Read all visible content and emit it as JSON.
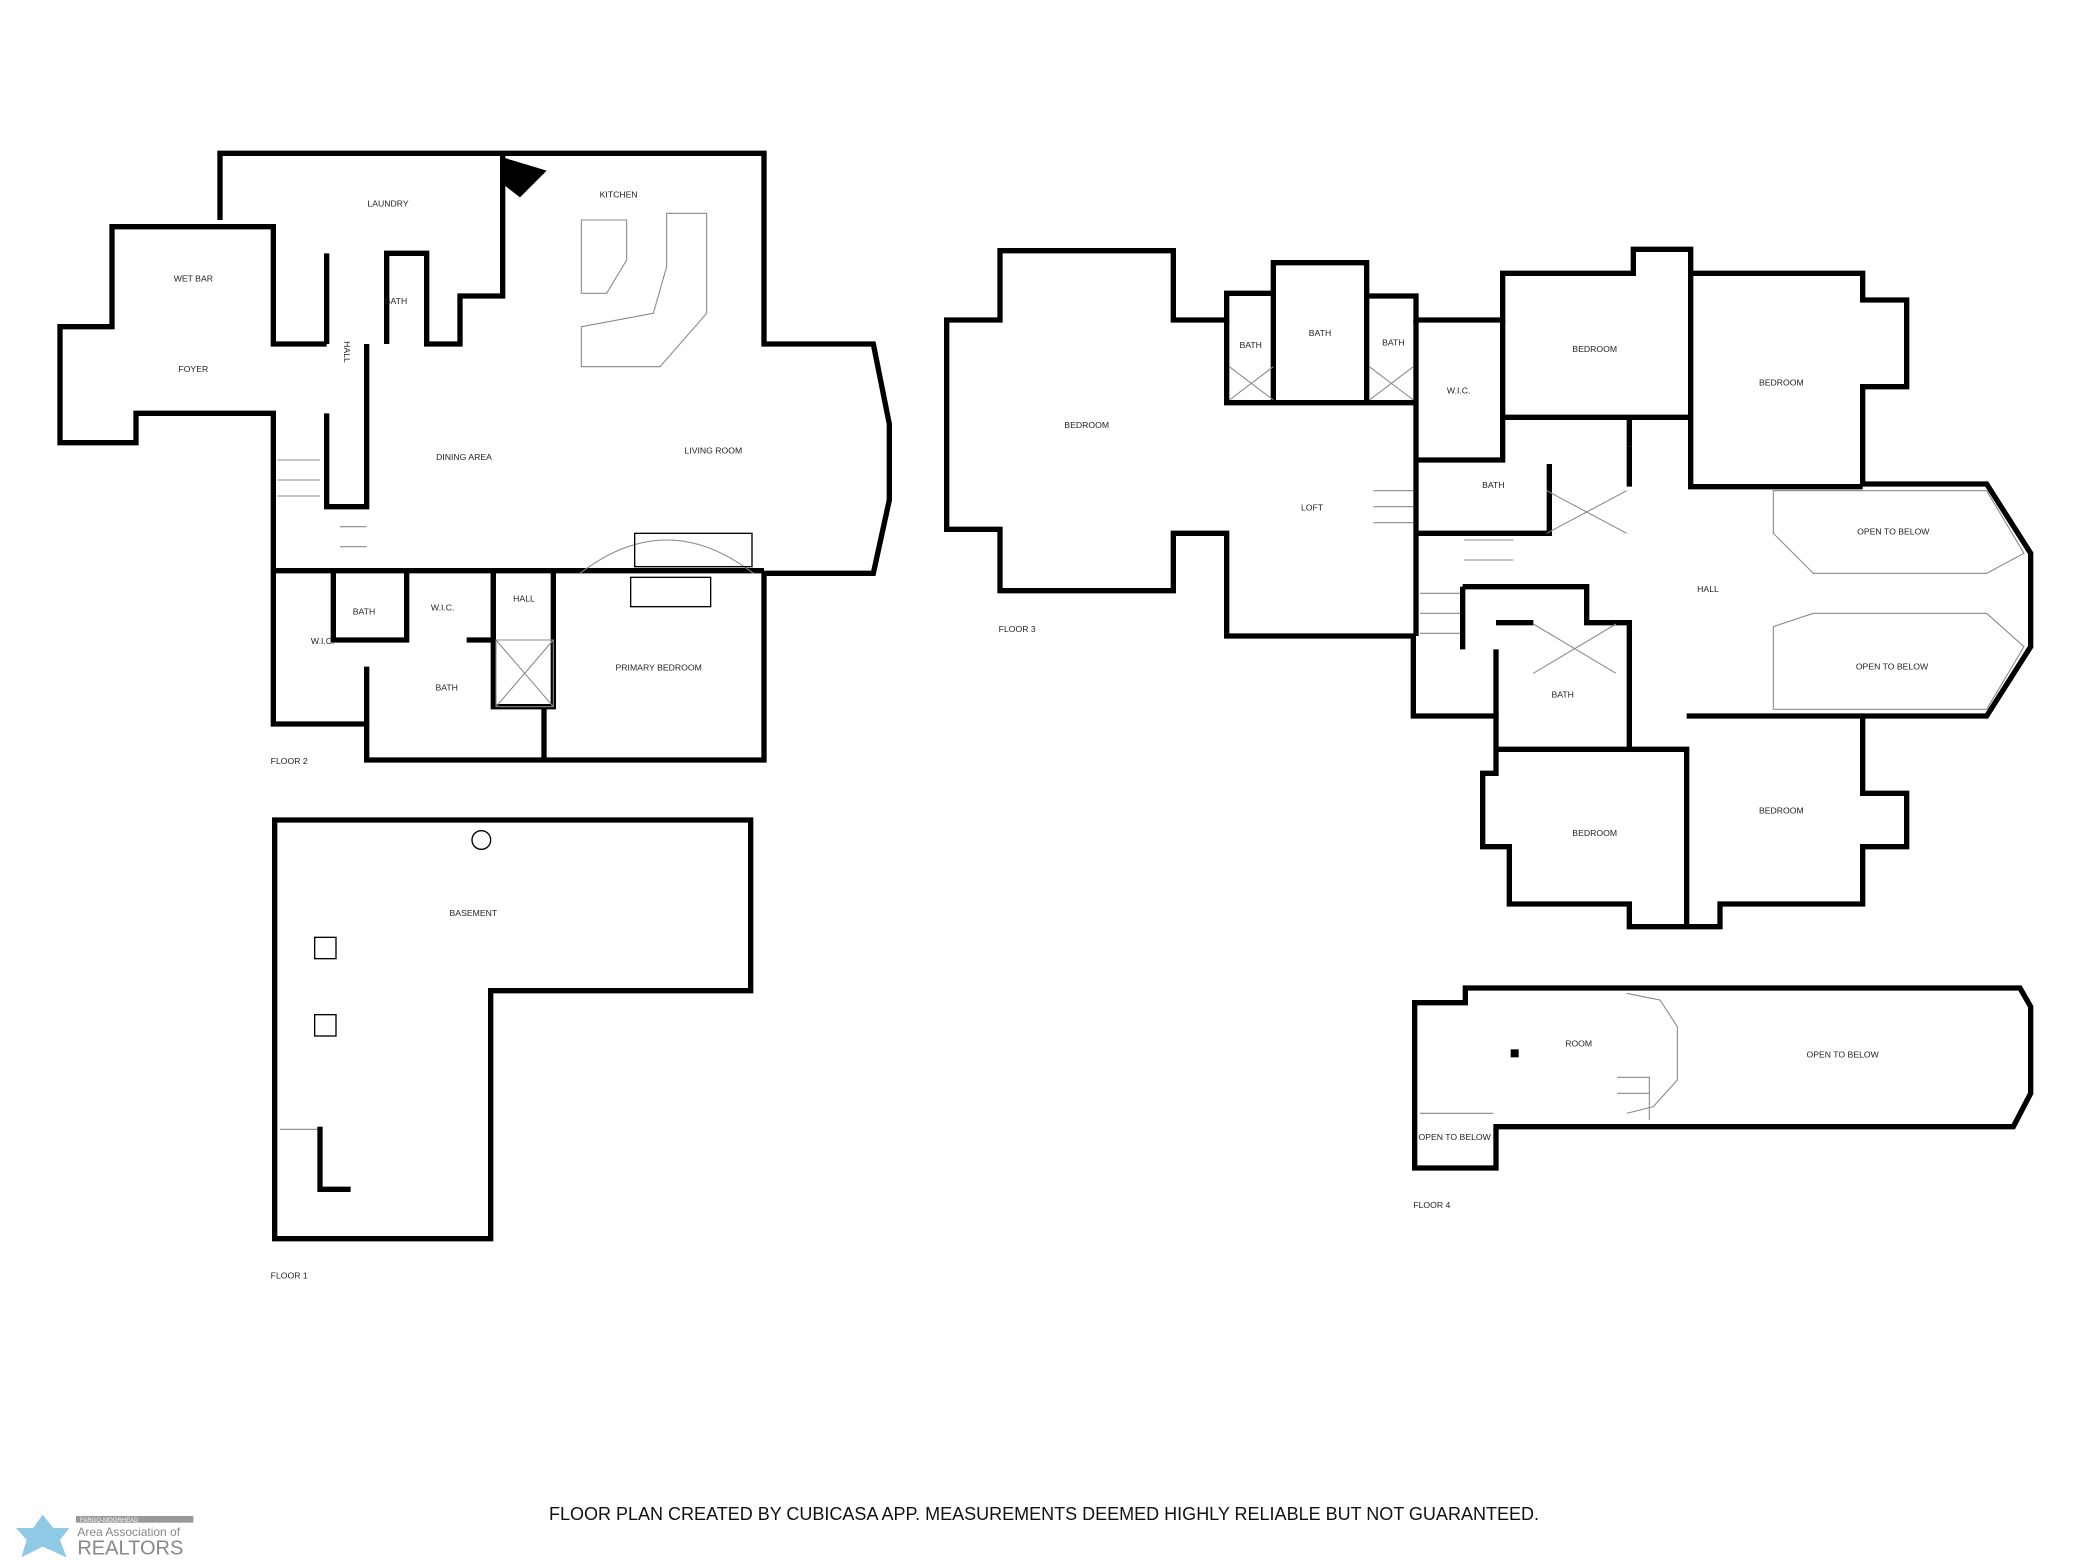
{
  "floors": [
    {
      "name": "FLOOR 2",
      "rooms": [
        "LAUNDRY",
        "KITCHEN",
        "WET BAR",
        "BATH",
        "HALL",
        "FOYER",
        "DINING AREA",
        "LIVING ROOM",
        "BATH",
        "W.I.C.",
        "HALL",
        "W.I.C.",
        "BATH",
        "PRIMARY BEDROOM"
      ]
    },
    {
      "name": "FLOOR 1",
      "rooms": [
        "BASEMENT"
      ]
    },
    {
      "name": "FLOOR 3",
      "rooms": [
        "BEDROOM",
        "BATH",
        "BATH",
        "BATH",
        "W.I.C.",
        "BEDROOM",
        "BEDROOM",
        "LOFT",
        "BATH",
        "OPEN TO BELOW",
        "HALL",
        "OPEN TO BELOW",
        "BATH",
        "BEDROOM",
        "BEDROOM"
      ]
    },
    {
      "name": "FLOOR 4",
      "rooms": [
        "ROOM",
        "OPEN TO BELOW",
        "OPEN TO BELOW"
      ]
    }
  ],
  "disclaimer": "FLOOR PLAN CREATED BY CUBICASA APP. MEASUREMENTS DEEMED HIGHLY RELIABLE BUT NOT GUARANTEED.",
  "logo": {
    "line1": "FARGO-MOORHEAD",
    "line2": "Area Association of",
    "line3": "REALTORS",
    "color": "#8ecae6"
  }
}
